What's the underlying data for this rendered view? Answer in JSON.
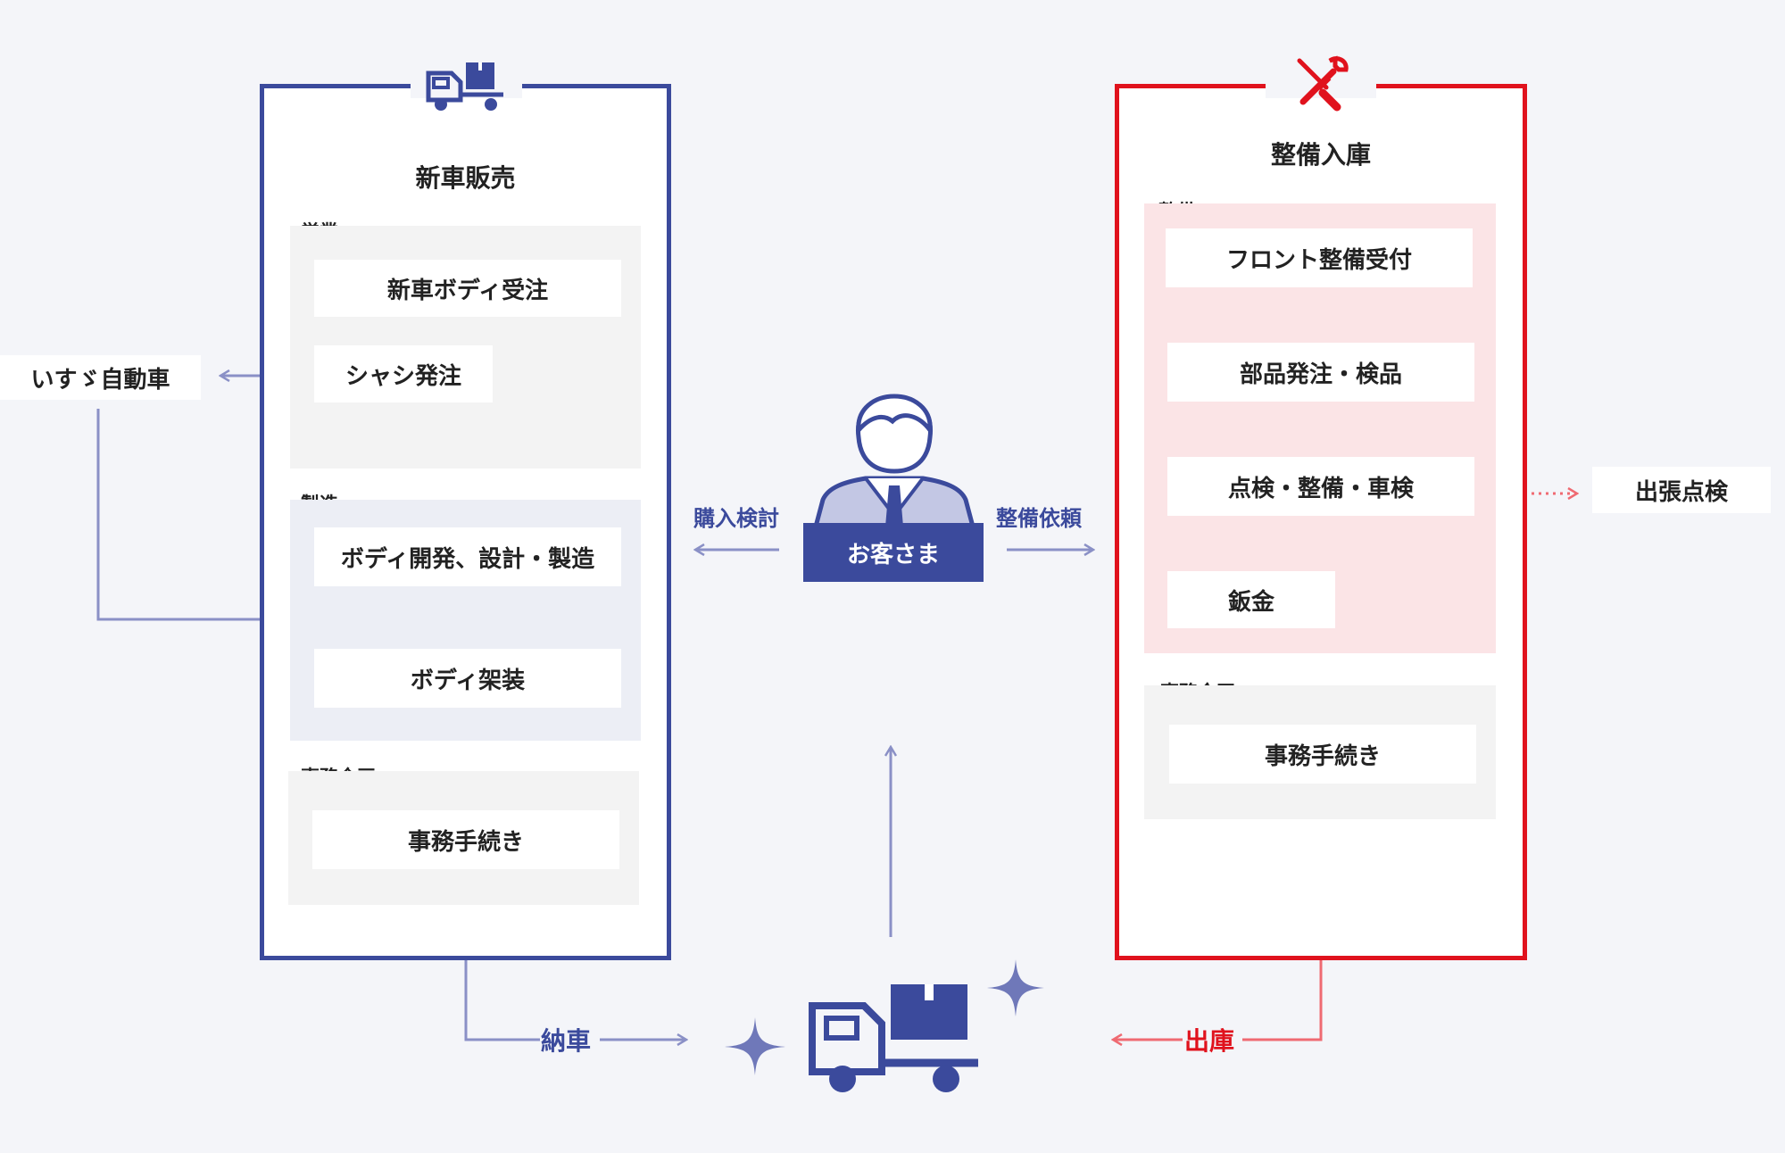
{
  "left_panel": {
    "title": "新車販売",
    "sections": {
      "sales": {
        "label": "営業",
        "items": [
          "新車ボディ受注",
          "シャシ発注"
        ]
      },
      "manufacturing": {
        "label": "製造",
        "items": [
          "ボディ開発、設計・製造",
          "ボディ架装"
        ]
      },
      "office": {
        "label": "事務企画",
        "items": [
          "事務手続き"
        ]
      }
    },
    "icon": "truck-icon"
  },
  "right_panel": {
    "title": "整備入庫",
    "sections": {
      "maintenance": {
        "label": "整備",
        "items": [
          "フロント整備受付",
          "部品発注・検品",
          "点検・整備・車検",
          "鈑金"
        ]
      },
      "office": {
        "label": "事務企画",
        "items": [
          "事務手続き"
        ]
      }
    },
    "icon": "tools-icon"
  },
  "external": {
    "isuzu": "いすゞ自動車",
    "field_inspection": "出張点検"
  },
  "customer": {
    "label": "お客さま",
    "left_arrow_label": "購入検討",
    "right_arrow_label": "整備依頼"
  },
  "bottom": {
    "delivery_label": "納車",
    "dispatch_label": "出庫"
  },
  "colors": {
    "blue": "#3b4a9c",
    "blue_line": "#8a90c6",
    "red": "#e0121d",
    "red_line": "#ef6a72",
    "pink_bg": "#fbe4e6",
    "gray_bg": "#f3f3f3"
  }
}
